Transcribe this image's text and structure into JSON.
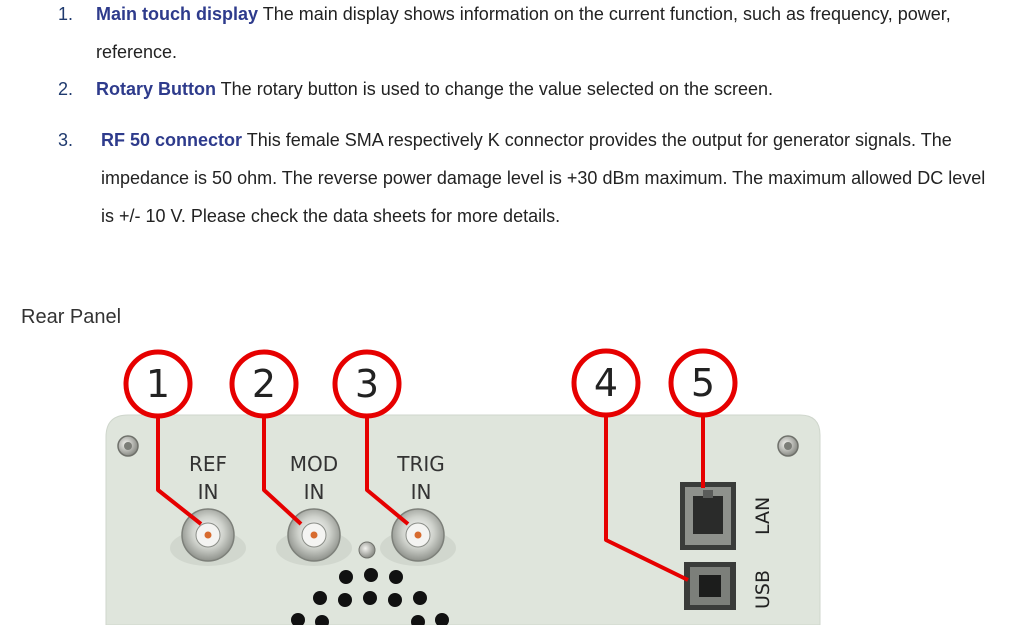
{
  "items": [
    {
      "number": "1.",
      "term": "Main touch display",
      "text": " The main display shows information on the current function, such as frequency, power, reference."
    },
    {
      "number": "2.",
      "term": "Rotary Button",
      "text": " The rotary button is used to change the value selected on the screen."
    },
    {
      "number": "3.",
      "term": "RF 50   connector",
      "text": " This female SMA respectively K connector provides the output for generator signals. The impedance is 50 ohm. The reverse power damage level is +30 dBm maximum. The maximum allowed DC level is +/- 10 V. Please check the data sheets for more details."
    }
  ],
  "section_heading": "Rear Panel",
  "figure": {
    "callouts": [
      "1",
      "2",
      "3",
      "4",
      "5"
    ],
    "labels": {
      "ref_top": "REF",
      "ref_bottom": "IN",
      "mod_top": "MOD",
      "mod_bottom": "IN",
      "trig_top": "TRIG",
      "trig_bottom": "IN",
      "lan": "LAN",
      "usb": "USB"
    },
    "colors": {
      "callout_red": "#e60000",
      "panel": "#dfe5dc"
    }
  }
}
